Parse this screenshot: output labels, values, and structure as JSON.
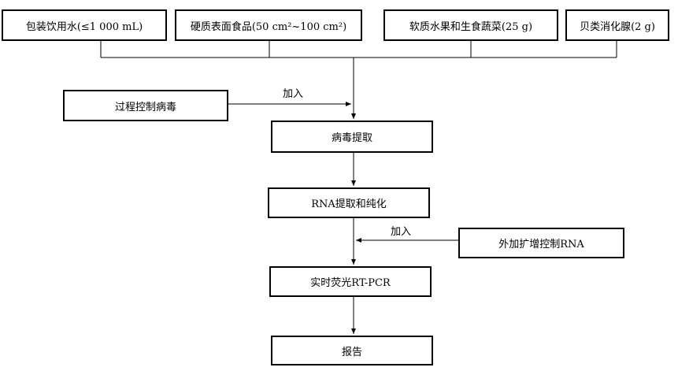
{
  "samples": [
    "包装饮用水(≤1 000 mL)",
    "硬质表面食品(50 cm²~100 cm²)",
    "软质水果和生食蔬菜(25 g)",
    "贝类消化腺(2 g)"
  ],
  "process_control_virus": "过程控制病毒",
  "add_label_1": "加入",
  "virus_extraction": "病毒提取",
  "rna_extraction": "RNA提取和纯化",
  "add_label_2": "加入",
  "external_amp_control": "外加扩增控制RNA",
  "rt_pcr": "实时荧光RT-PCR",
  "report": "报告"
}
